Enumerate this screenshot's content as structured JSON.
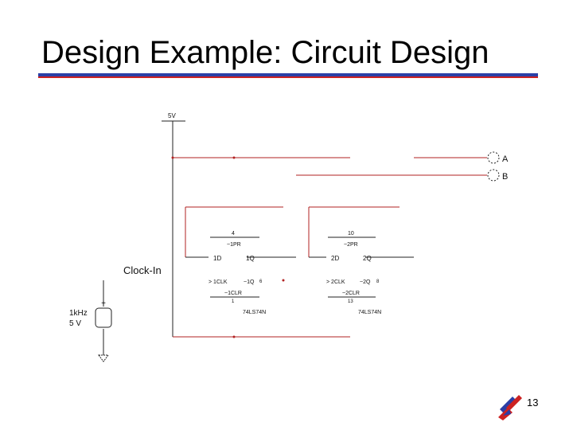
{
  "slide": {
    "title": "Design Example: Circuit Design",
    "page_number": "13"
  },
  "colors": {
    "title_rule_blue": "#2b3fa6",
    "title_rule_red": "#cc2222",
    "wire_red": "#b22222",
    "wire_dark": "#222222"
  },
  "schematic": {
    "supply_label": "5V",
    "output_a": "A",
    "output_b": "B",
    "clock_label": "Clock-In",
    "source_freq": "1kHz",
    "source_volt": "5 V",
    "ff1": {
      "pin_top_num": "4",
      "pin_preset": "~1PR",
      "pin_d": "1D",
      "pin_q": "1Q",
      "pin_clk": "1CLK",
      "pin_qbar": "~1Q",
      "pin_qbar_num": "6",
      "pin_clear": "~1CLR",
      "pin_bottom_num": "1",
      "part": "74LS74N"
    },
    "ff2": {
      "pin_top_num": "10",
      "pin_preset": "~2PR",
      "pin_d": "2D",
      "pin_q": "2Q",
      "pin_clk": "2CLK",
      "pin_qbar": "~2Q",
      "pin_qbar_num": "8",
      "pin_clear": "~2CLR",
      "pin_bottom_num": "13",
      "part": "74LS74N"
    }
  }
}
